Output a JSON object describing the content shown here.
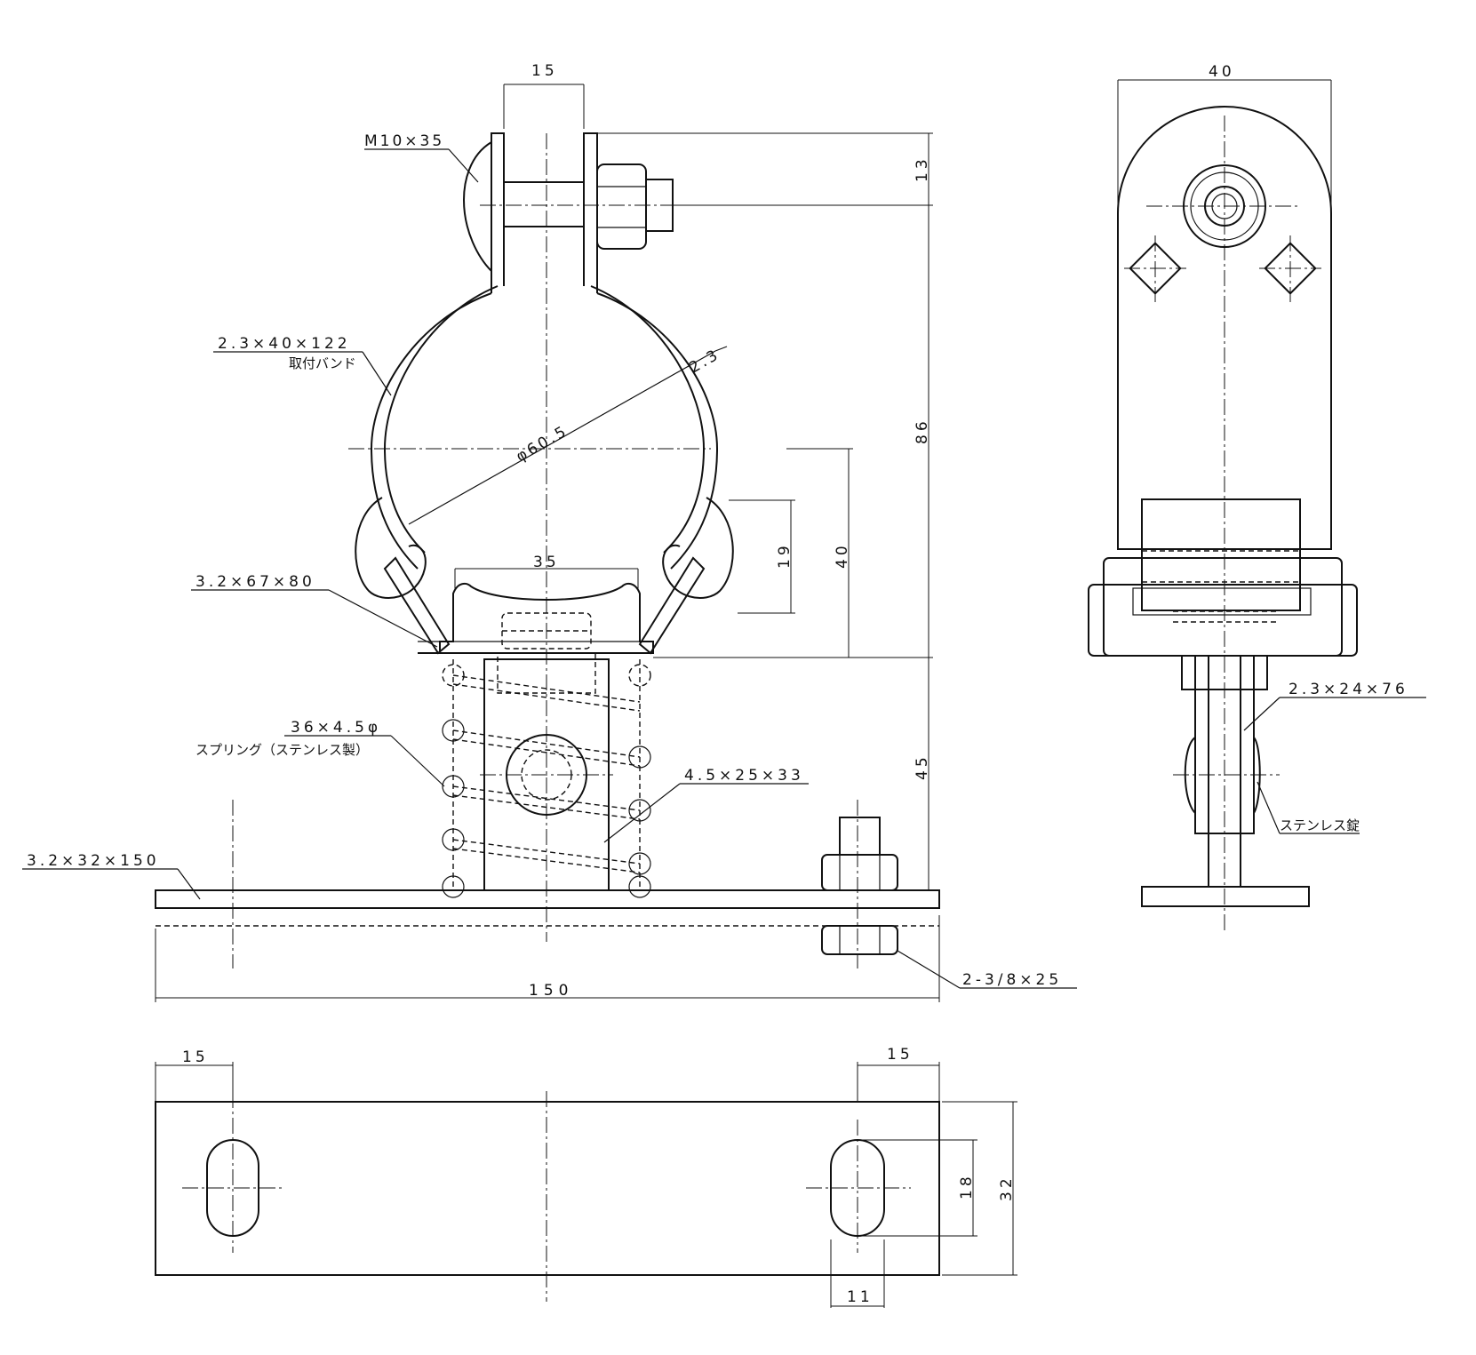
{
  "drawing": {
    "labels": {
      "bolt": "M10×35",
      "band_spec": "2.3×40×122",
      "band_name": "取付バンド",
      "thickness": "2.3",
      "pipe_dia": "φ60.5",
      "seat_plate": "3.2×67×80",
      "spring_spec": "36×4.5φ",
      "spring_name": "スプリング（ステンレス製）",
      "inner_plate": "4.5×25×33",
      "base_plate": "3.2×32×150",
      "base_bolts": "2-3/8×25",
      "side_plate": "2.3×24×76",
      "pin": "ステンレス錠"
    },
    "dims": {
      "bolt_gap": "15",
      "top_offset": "13",
      "height_86": "86",
      "height_40": "40",
      "height_19": "19",
      "seat_width": "35",
      "spring_height": "45",
      "base_length": "150",
      "side_width": "40",
      "slot_left": "15",
      "slot_right": "15",
      "slot_len": "18",
      "plate_width": "32",
      "slot_width": "11"
    }
  }
}
